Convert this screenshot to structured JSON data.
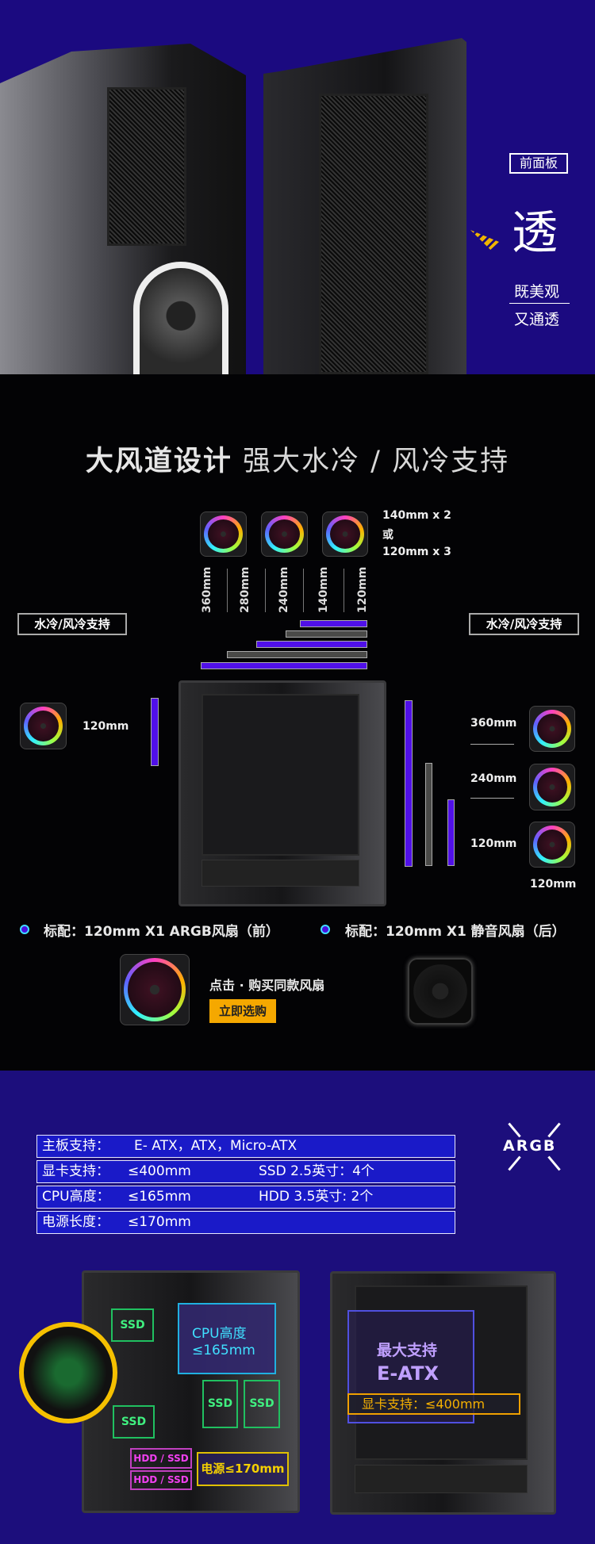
{
  "hero": {
    "tag": "前面板",
    "big_char": "透",
    "line1": "既美观",
    "line2": "又通透",
    "accent": "#f0b400"
  },
  "airflow": {
    "title_bold": "大风道设计",
    "title_rest": "强大水冷 / 风冷支持",
    "top_note": [
      "140mm x 2",
      "或",
      "120mm x 3"
    ],
    "top_sizes": [
      "360mm",
      "280mm",
      "240mm",
      "140mm",
      "120mm"
    ],
    "left_box": "水冷/风冷支持",
    "right_box": "水冷/风冷支持",
    "left_size": "120mm",
    "right_sizes": [
      "360mm",
      "240mm",
      "120mm"
    ],
    "right_bottom_size": "120mm",
    "std_front": "标配：120mm X1 ARGB风扇（前）",
    "std_rear": "标配：120mm X1 静音风扇（后）",
    "buy_text": "点击 · 购买同款风扇",
    "buy_button": "立即选购",
    "bar_purple": "#5010e8"
  },
  "specs": {
    "rows": [
      {
        "label": "主板支持：",
        "value": "E- ATX，ATX，Micro-ATX",
        "extra": ""
      },
      {
        "label": "显卡支持：",
        "value": "≤400mm",
        "extra": "SSD 2.5英寸：4个"
      },
      {
        "label": "CPU高度：",
        "value": "≤165mm",
        "extra": "HDD 3.5英寸: 2个"
      },
      {
        "label": "电源长度：",
        "value": "≤170mm",
        "extra": ""
      }
    ],
    "logo": "ARGB",
    "annotations": {
      "ssd": "SSD",
      "cpu_title": "CPU高度",
      "cpu_value": "≤165mm",
      "hdd_ssd": "HDD / SSD",
      "psu": "电源≤170mm",
      "max_title": "最大支持",
      "max_value": "E-ATX",
      "gpu": "显卡支持：≤400mm"
    }
  }
}
